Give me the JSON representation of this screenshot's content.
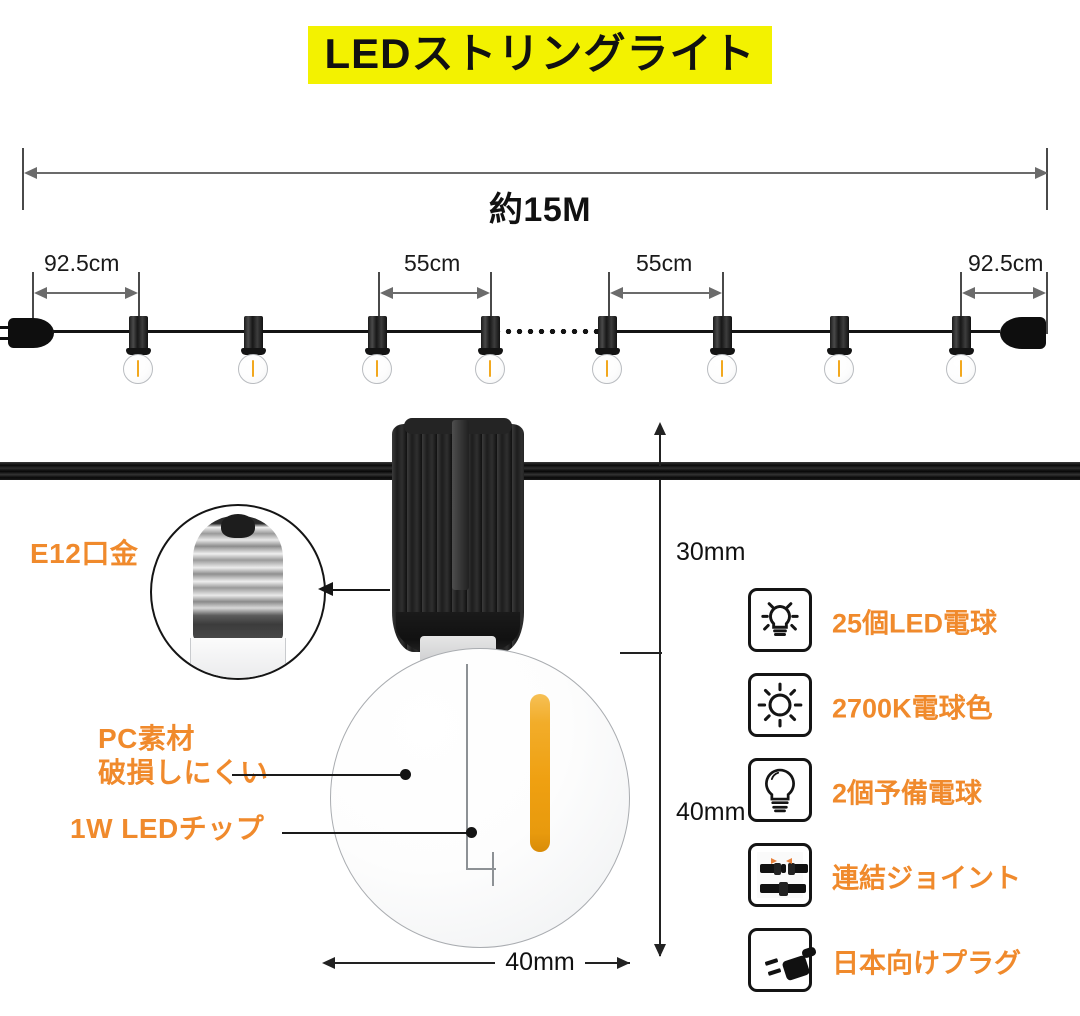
{
  "title": "LEDストリングライト",
  "overall": {
    "total_length_label": "約15M",
    "segment_first_label": "92.5cm",
    "segment_mid_label_1": "55cm",
    "segment_mid_label_2": "55cm",
    "segment_last_label": "92.5cm"
  },
  "detail": {
    "base_label": "E12口金",
    "material_line1": "PC素材",
    "material_line2": "破損しにくい",
    "chip_label": "1W LEDチップ",
    "socket_height": "30mm",
    "bulb_height": "40mm",
    "bulb_width": "40mm"
  },
  "features": [
    {
      "icon": "bulb-rays-icon",
      "label": "25個LED電球"
    },
    {
      "icon": "sun-icon",
      "label": "2700K電球色"
    },
    {
      "icon": "spare-bulb-icon",
      "label": "2個予備電球"
    },
    {
      "icon": "connector-joint-icon",
      "label": "連結ジョイント"
    },
    {
      "icon": "japan-plug-icon",
      "label": "日本向けプラグ"
    }
  ],
  "colors": {
    "title_highlight": "#f3f200",
    "accent_orange": "#f08a2c",
    "filament": "#efa011",
    "line_dark": "#141414",
    "dim_gray": "#6b6b6b"
  }
}
